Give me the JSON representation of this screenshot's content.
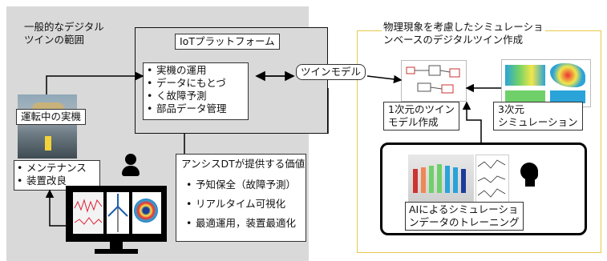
{
  "scope": {
    "title_line1": "一般的なデジタル",
    "title_line2": "ツインの範囲"
  },
  "iot": {
    "title": "IoTプラットフォーム",
    "items": [
      "実機の運用",
      "データにもとづ",
      "く故障予測",
      "部品データ管理"
    ]
  },
  "twin_model": "ツインモデル",
  "running_machine": "運転中の実機",
  "maintenance": [
    "メンテナンス",
    "装置改良"
  ],
  "value": {
    "title": "アンシスDTが提供する価値",
    "items": [
      "予知保全（故障予測）",
      "リアルタイム可視化",
      "最適運用，装置最適化"
    ]
  },
  "physics": {
    "title_line1": "物理現象を考慮したシミュレーショ",
    "title_line2": "ンベースのデジタルツイン作成"
  },
  "onedim": {
    "line1": "1次元のツイン",
    "line2": "モデル作成"
  },
  "threedim": {
    "line1": "3次元",
    "line2": "シミュレーション"
  },
  "ai": {
    "line1": "AIによるシミュレーショ",
    "line2": "ンデータのトレーニング"
  },
  "colors": {
    "scope_bg": "#d9d9d9",
    "yellow_border": "#e8c94a",
    "dark": "#000000"
  }
}
